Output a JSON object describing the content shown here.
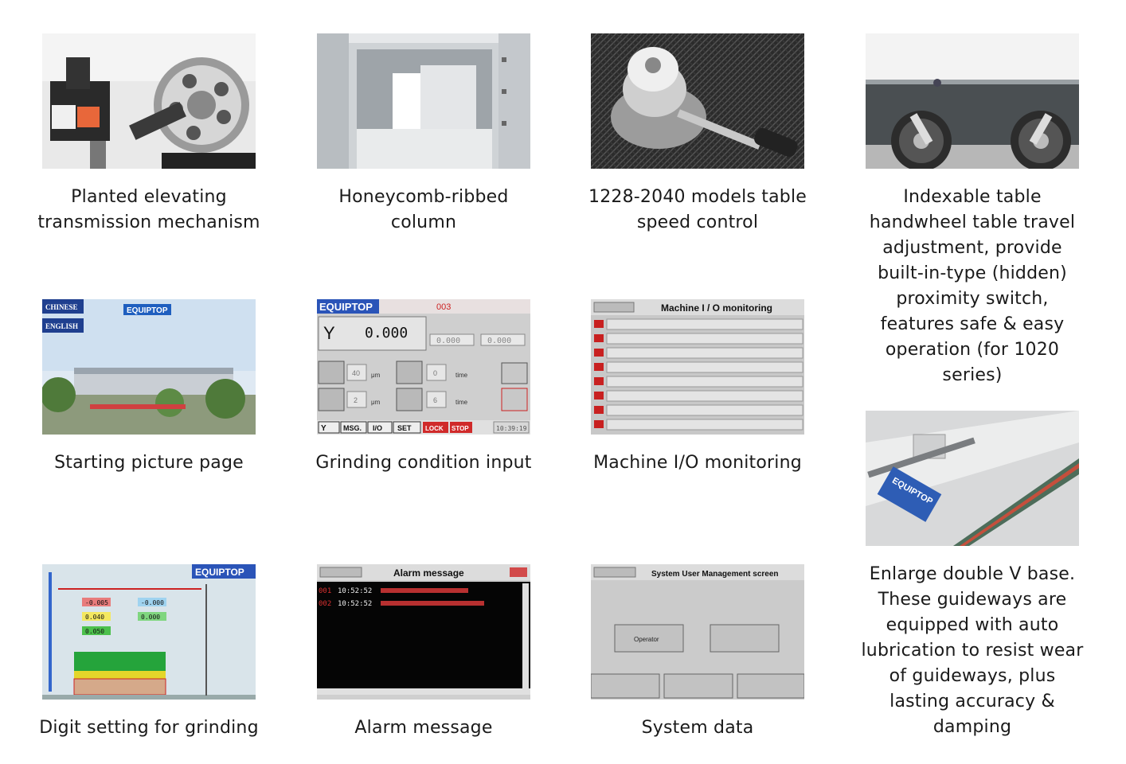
{
  "items": [
    {
      "caption": "Planted elevating transmission mechanism"
    },
    {
      "caption": "Honeycomb-ribbed column"
    },
    {
      "caption": "1228-2040 models table speed control"
    },
    {
      "caption": "Indexable table handwheel table travel adjustment, provide built-in-type (hidden) proximity switch, features safe & easy operation (for 1020 series)"
    },
    {
      "caption": "Starting picture page"
    },
    {
      "caption": "Grinding condition input"
    },
    {
      "caption": "Machine I/O monitoring"
    },
    {
      "caption": "Enlarge double V base. These guideways are equipped with auto lubrication to resist wear of guideways, plus lasting accuracy & damping"
    },
    {
      "caption": "Digit setting for grinding"
    },
    {
      "caption": "Alarm message"
    },
    {
      "caption": "System data"
    }
  ],
  "screens": {
    "start": {
      "chinese": "CHINESE",
      "english": "ENGLISH",
      "logo": "EQUIPTOP"
    },
    "grinding": {
      "logo": "EQUIPTOP",
      "code": "003",
      "axis": "Y",
      "value": "0.000",
      "target": "0.000",
      "distance": "0.000",
      "n1": "40",
      "n2": "0",
      "n3": "2",
      "n4": "6",
      "unit_um": "μm",
      "unit_time": "time",
      "tabs": [
        "Y",
        "MSG.",
        "I/O",
        "SET",
        "LOCK",
        "STOP"
      ],
      "clock": "10:39:19"
    },
    "io": {
      "title": "Machine I / O monitoring"
    },
    "digit": {
      "logo": "EQUIPTOP",
      "r1": "-0.005",
      "r2": "-0.000",
      "r3": "0.040",
      "r4": "0.000",
      "r5": "0.050"
    },
    "alarm": {
      "title": "Alarm   message",
      "rows": [
        {
          "no": "001",
          "time": "10:52:52"
        },
        {
          "no": "002",
          "time": "10:52:52"
        }
      ]
    },
    "system": {
      "title": "System User Management screen",
      "operator": "Operator"
    }
  }
}
